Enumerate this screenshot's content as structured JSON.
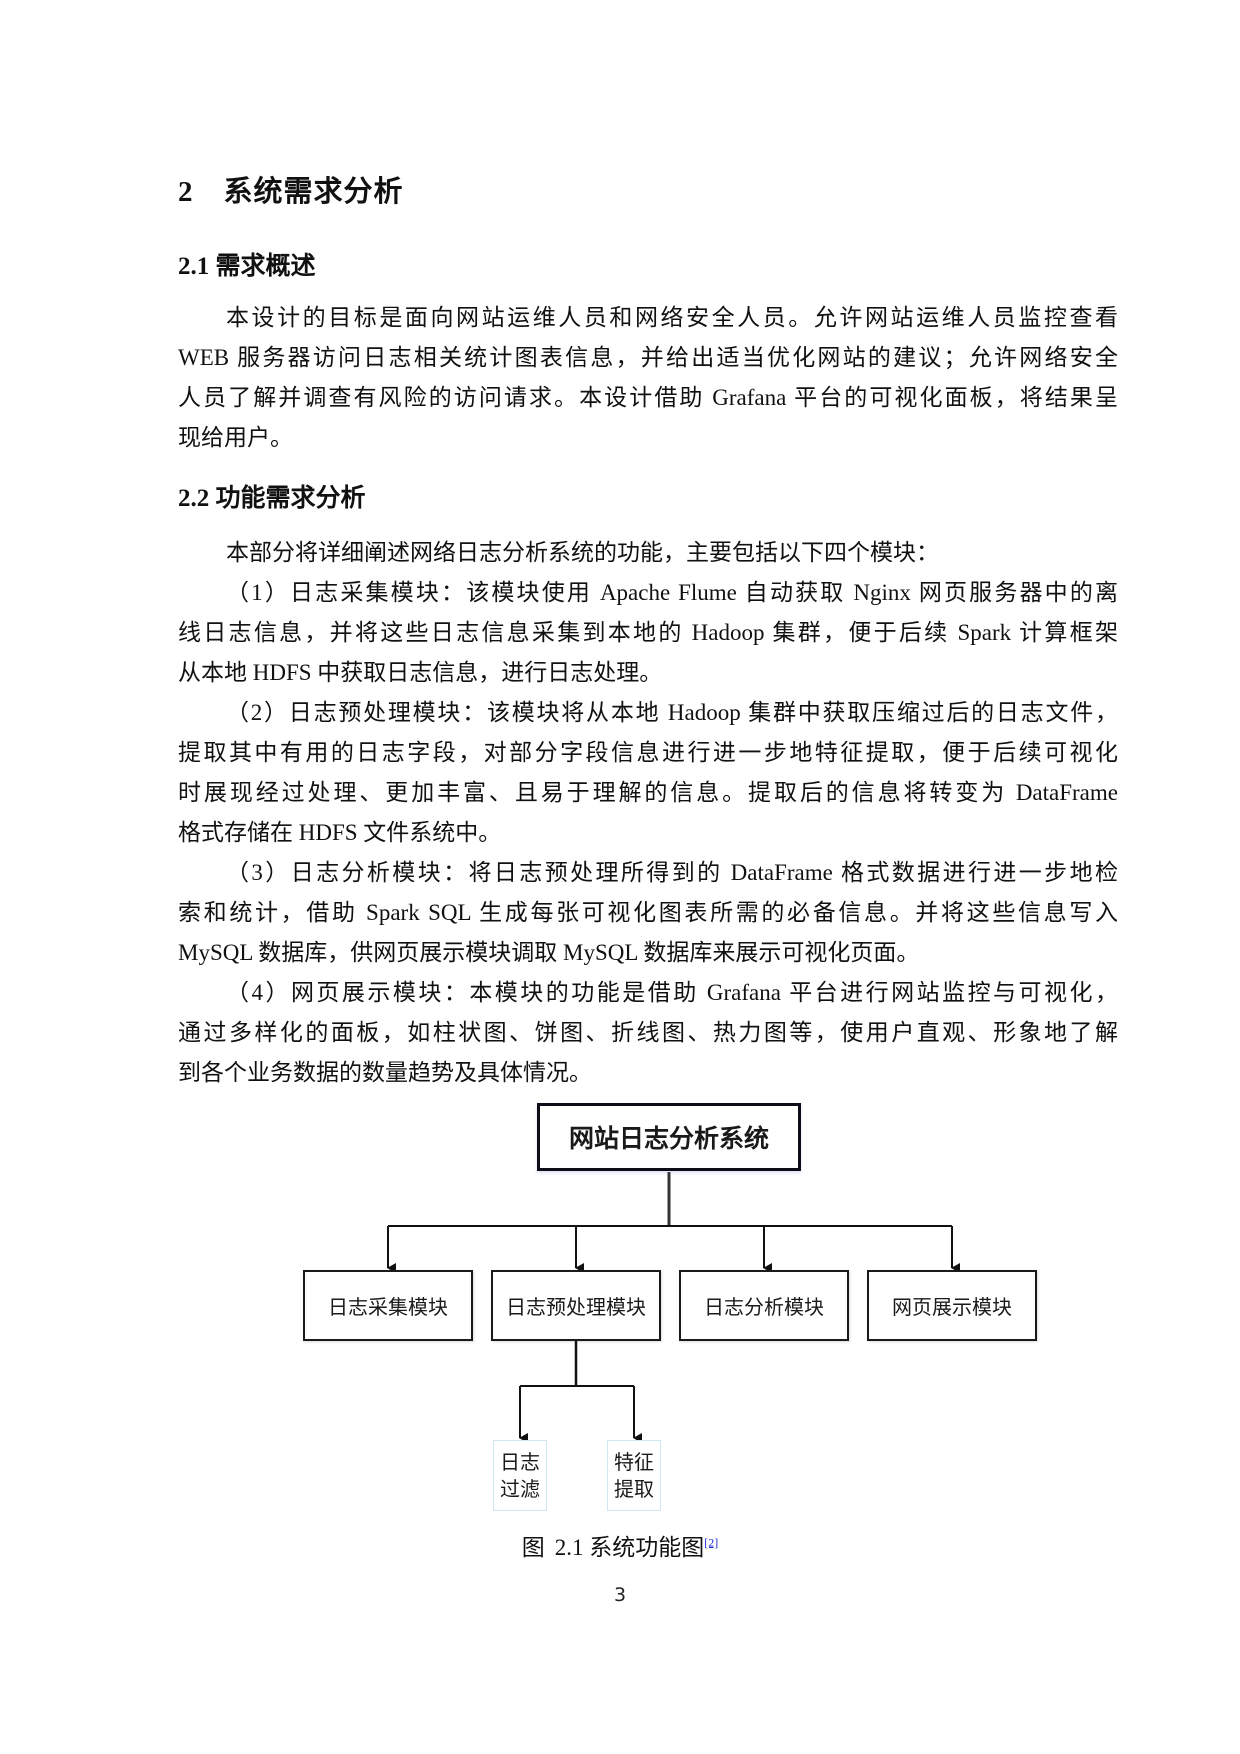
{
  "chapter": {
    "number": "2",
    "title": "系统需求分析"
  },
  "sections": [
    {
      "number": "2.1",
      "title": "需求概述",
      "paragraphs": [
        {
          "lines": [
            "本设计的目标是面向网站运维人员和网络安全人员。允许网站运维人员监控查看",
            "WEB 服务器访问日志相关统计图表信息，并给出适当优化网站的建议；允许网络安全",
            "人员了解并调查有风险的访问请求。本设计借助 Grafana 平台的可视化面板，将结果呈",
            "现给用户。"
          ]
        }
      ]
    },
    {
      "number": "2.2",
      "title": "功能需求分析",
      "paragraphs": [
        {
          "lines": [
            "本部分将详细阐述网络日志分析系统的功能，主要包括以下四个模块："
          ]
        },
        {
          "lines": [
            "（1）日志采集模块：该模块使用 Apache Flume 自动获取 Nginx 网页服务器中的离",
            "线日志信息，并将这些日志信息采集到本地的 Hadoop 集群，便于后续 Spark 计算框架",
            "从本地 HDFS 中获取日志信息，进行日志处理。"
          ]
        },
        {
          "lines": [
            "（2）日志预处理模块：该模块将从本地 Hadoop 集群中获取压缩过后的日志文件，",
            "提取其中有用的日志字段，对部分字段信息进行进一步地特征提取，便于后续可视化",
            "时展现经过处理、更加丰富、且易于理解的信息。提取后的信息将转变为 DataFrame",
            "格式存储在 HDFS 文件系统中。"
          ]
        },
        {
          "lines": [
            "（3）日志分析模块：将日志预处理所得到的 DataFrame 格式数据进行进一步地检",
            "索和统计，借助 Spark SQL 生成每张可视化图表所需的必备信息。并将这些信息写入",
            "MySQL 数据库，供网页展示模块调取 MySQL 数据库来展示可视化页面。"
          ]
        },
        {
          "lines": [
            "（4）网页展示模块：本模块的功能是借助 Grafana 平台进行网站监控与可视化，",
            "通过多样化的面板，如柱状图、饼图、折线图、热力图等，使用户直观、形象地了解",
            "到各个业务数据的数量趋势及具体情况。"
          ]
        }
      ]
    }
  ],
  "diagram": {
    "root": "网站日志分析系统",
    "modules": [
      "日志采集模块",
      "日志预处理模块",
      "日志分析模块",
      "网页展示模块"
    ],
    "submodules": [
      {
        "line1": "日志",
        "line2": "过滤"
      },
      {
        "line1": "特征",
        "line2": "提取"
      }
    ],
    "line_color": "#111111",
    "sub_border_color": "#cfe6f5"
  },
  "caption": {
    "label": "图",
    "number": "2.1",
    "text": "系统功能图",
    "reference": "[2]",
    "reference_color": "#1d2bd6"
  },
  "page_number": "3"
}
